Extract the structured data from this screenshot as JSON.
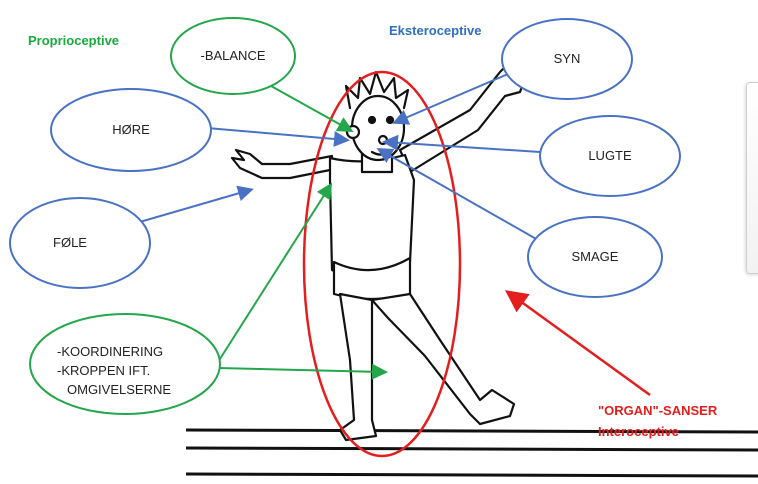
{
  "headers": {
    "proprioceptive": "Proprioceptive",
    "eksteroceptive": "Eksteroceptive",
    "organ_sanser": "\"ORGAN\"-SANSER",
    "interoceptive": "Interoceptive"
  },
  "bubbles": {
    "balance": "-BALANCE",
    "hore": "HØRE",
    "fole": "FØLE",
    "syn": "SYN",
    "lugte": "LUGTE",
    "smage": "SMAGE",
    "koordinering": [
      "-KOORDINERING",
      "-KROPPEN IFT.",
      "OMGIVELSERNE"
    ]
  },
  "colors": {
    "proprioceptive": "#1aab3d",
    "eksteroceptive": "#2f6fbf",
    "interoceptive": "#e41e1e",
    "bubble_blue": "#4a72c4",
    "bubble_green": "#24a64a"
  }
}
